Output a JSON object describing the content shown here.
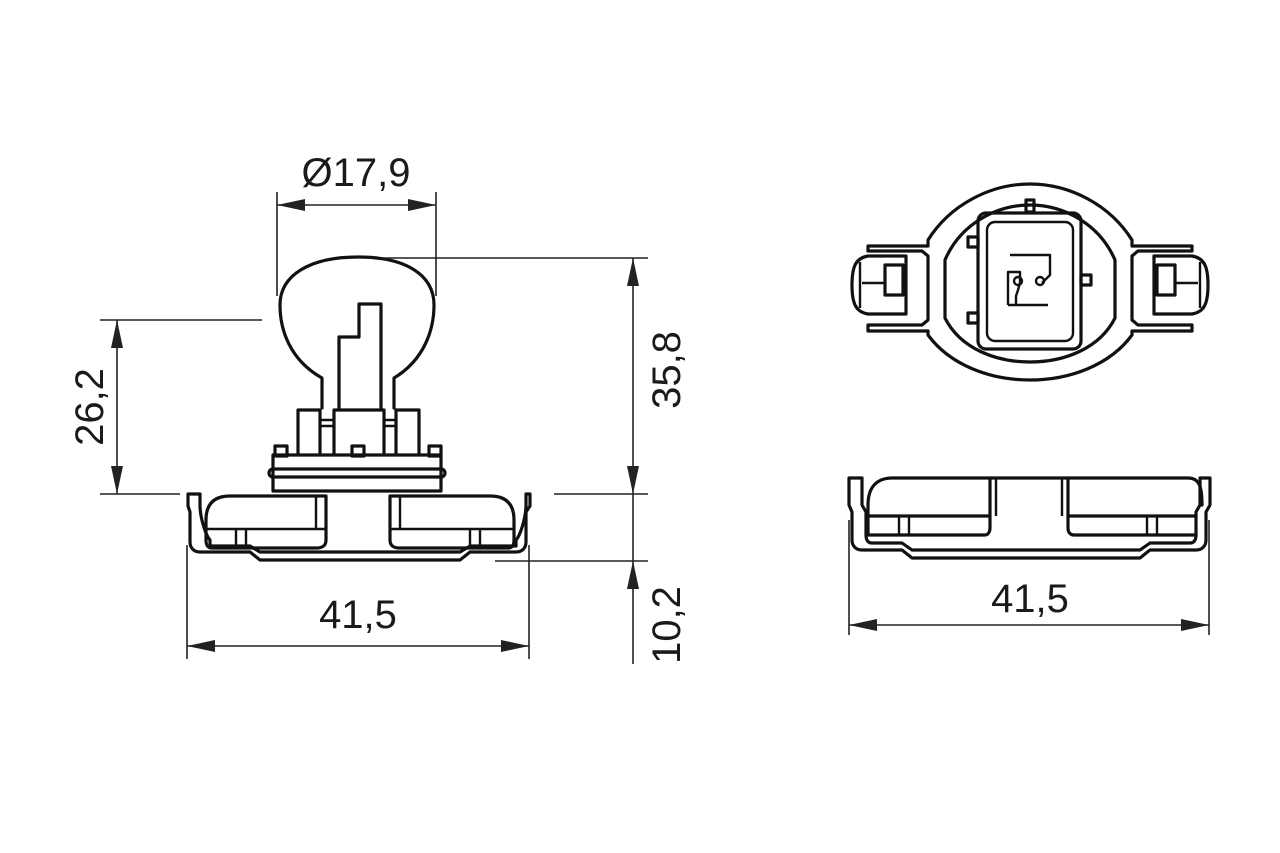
{
  "drawing": {
    "title": "",
    "subject": "Automotive bulb (PSX24W-type base) dimensional drawing",
    "units": "mm",
    "colors": {
      "line": "#111111",
      "dimension": "#222222",
      "background": "#ffffff"
    }
  },
  "views": {
    "side": {
      "label": "side-view",
      "dimensions": {
        "bulb_diameter": "Ø17,9",
        "focal_height": "26,2",
        "overall_height": "35,8",
        "base_height": "10,2",
        "base_width": "41,5"
      }
    },
    "top": {
      "label": "top-view",
      "symbol": "filament-contact-symbol"
    },
    "front": {
      "label": "front-base-view",
      "dimensions": {
        "base_width": "41,5"
      }
    }
  }
}
